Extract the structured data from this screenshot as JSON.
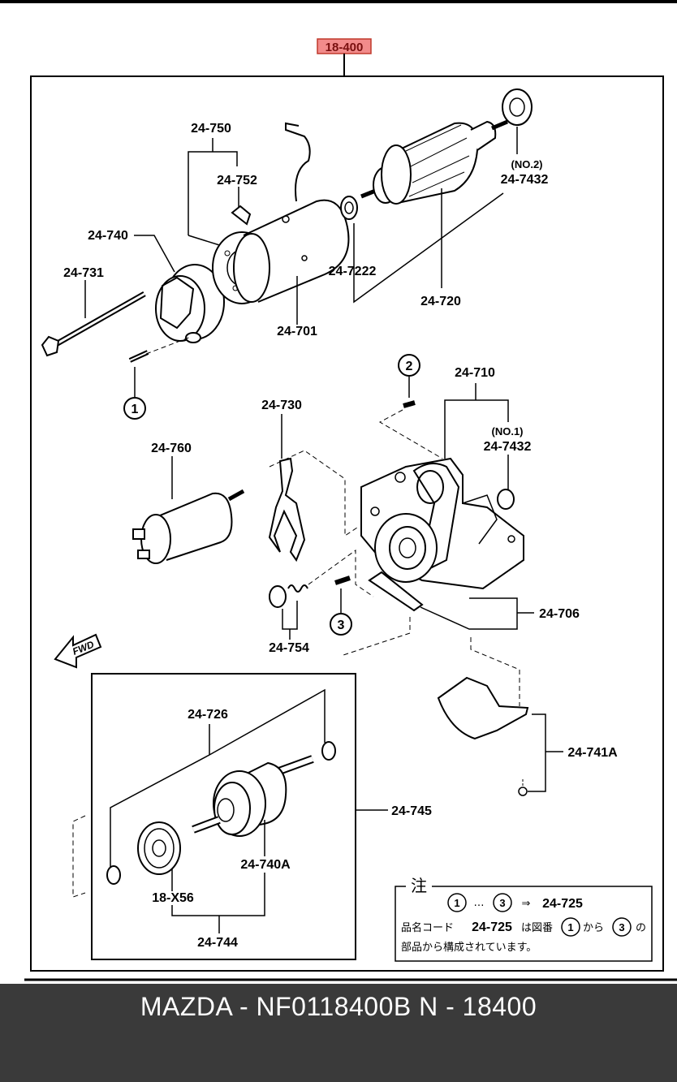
{
  "assembly_code": "18-400",
  "labels": {
    "p24_750": "24-750",
    "p24_752": "24-752",
    "p24_740": "24-740",
    "p24_731": "24-731",
    "p24_701": "24-701",
    "p24_7222": "24-7222",
    "p24_720": "24-720",
    "no2": "(NO.2)",
    "p24_7432_a": "24-7432",
    "p24_710": "24-710",
    "no1": "(NO.1)",
    "p24_7432_b": "24-7432",
    "p24_730": "24-730",
    "p24_760": "24-760",
    "p24_754": "24-754",
    "p24_706": "24-706",
    "p24_741A": "24-741A",
    "p24_726": "24-726",
    "p24_745": "24-745",
    "p24_740A": "24-740A",
    "p18_X56": "18-X56",
    "p24_744": "24-744",
    "fwd": "FWD",
    "circle_1": "1",
    "circle_2": "2",
    "circle_3": "3"
  },
  "note": {
    "title": "注",
    "c1": "1",
    "dots": "…",
    "c3": "3",
    "arrow": "⇒",
    "target": "24-725",
    "line2_a": "品名コード",
    "line2_b": "24-725",
    "line2_c": "は図番",
    "line2_c1": "1",
    "line2_d": "から",
    "line2_c3": "3",
    "line2_e": "の",
    "line3": "部品から構成されています。"
  },
  "footer": {
    "text": "MAZDA - NF0118400B   N - 18400"
  }
}
